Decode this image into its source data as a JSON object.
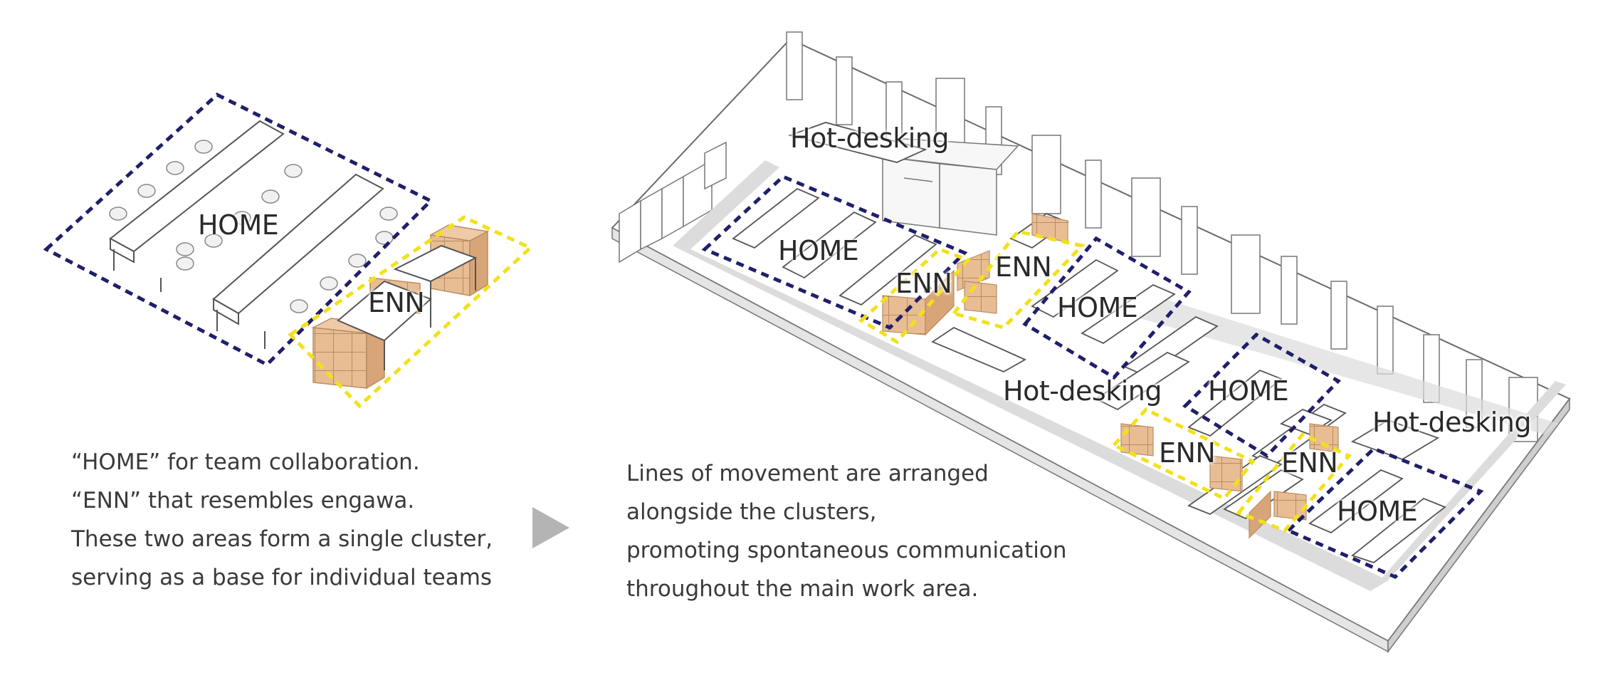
{
  "left_diagram": {
    "home_label": "HOME",
    "enn_label": "ENN"
  },
  "left_caption": [
    "“HOME” for team collaboration.",
    "“ENN” that resembles engawa.",
    "These two areas form a single cluster,",
    "serving as a base for individual teams"
  ],
  "right_diagram": {
    "labels": {
      "hot_desking_top": "Hot-desking",
      "home_1": "HOME",
      "enn_1": "ENN",
      "enn_2": "ENN",
      "home_2": "HOME",
      "hot_desking_mid": "Hot-desking",
      "home_3": "HOME",
      "hot_desking_right": "Hot-desking",
      "enn_3": "ENN",
      "enn_4": "ENN",
      "home_4": "HOME"
    }
  },
  "right_caption": [
    "Lines of movement are arranged",
    "alongside the clusters,",
    "promoting spontaneous communication",
    "throughout the main work area."
  ],
  "colors": {
    "home_boundary": "#1f1f6b",
    "enn_boundary": "#f2e11a",
    "enn_boxes": "#e3b387",
    "circulation": "#dcdcdc",
    "arrow": "#b4b4b4"
  }
}
